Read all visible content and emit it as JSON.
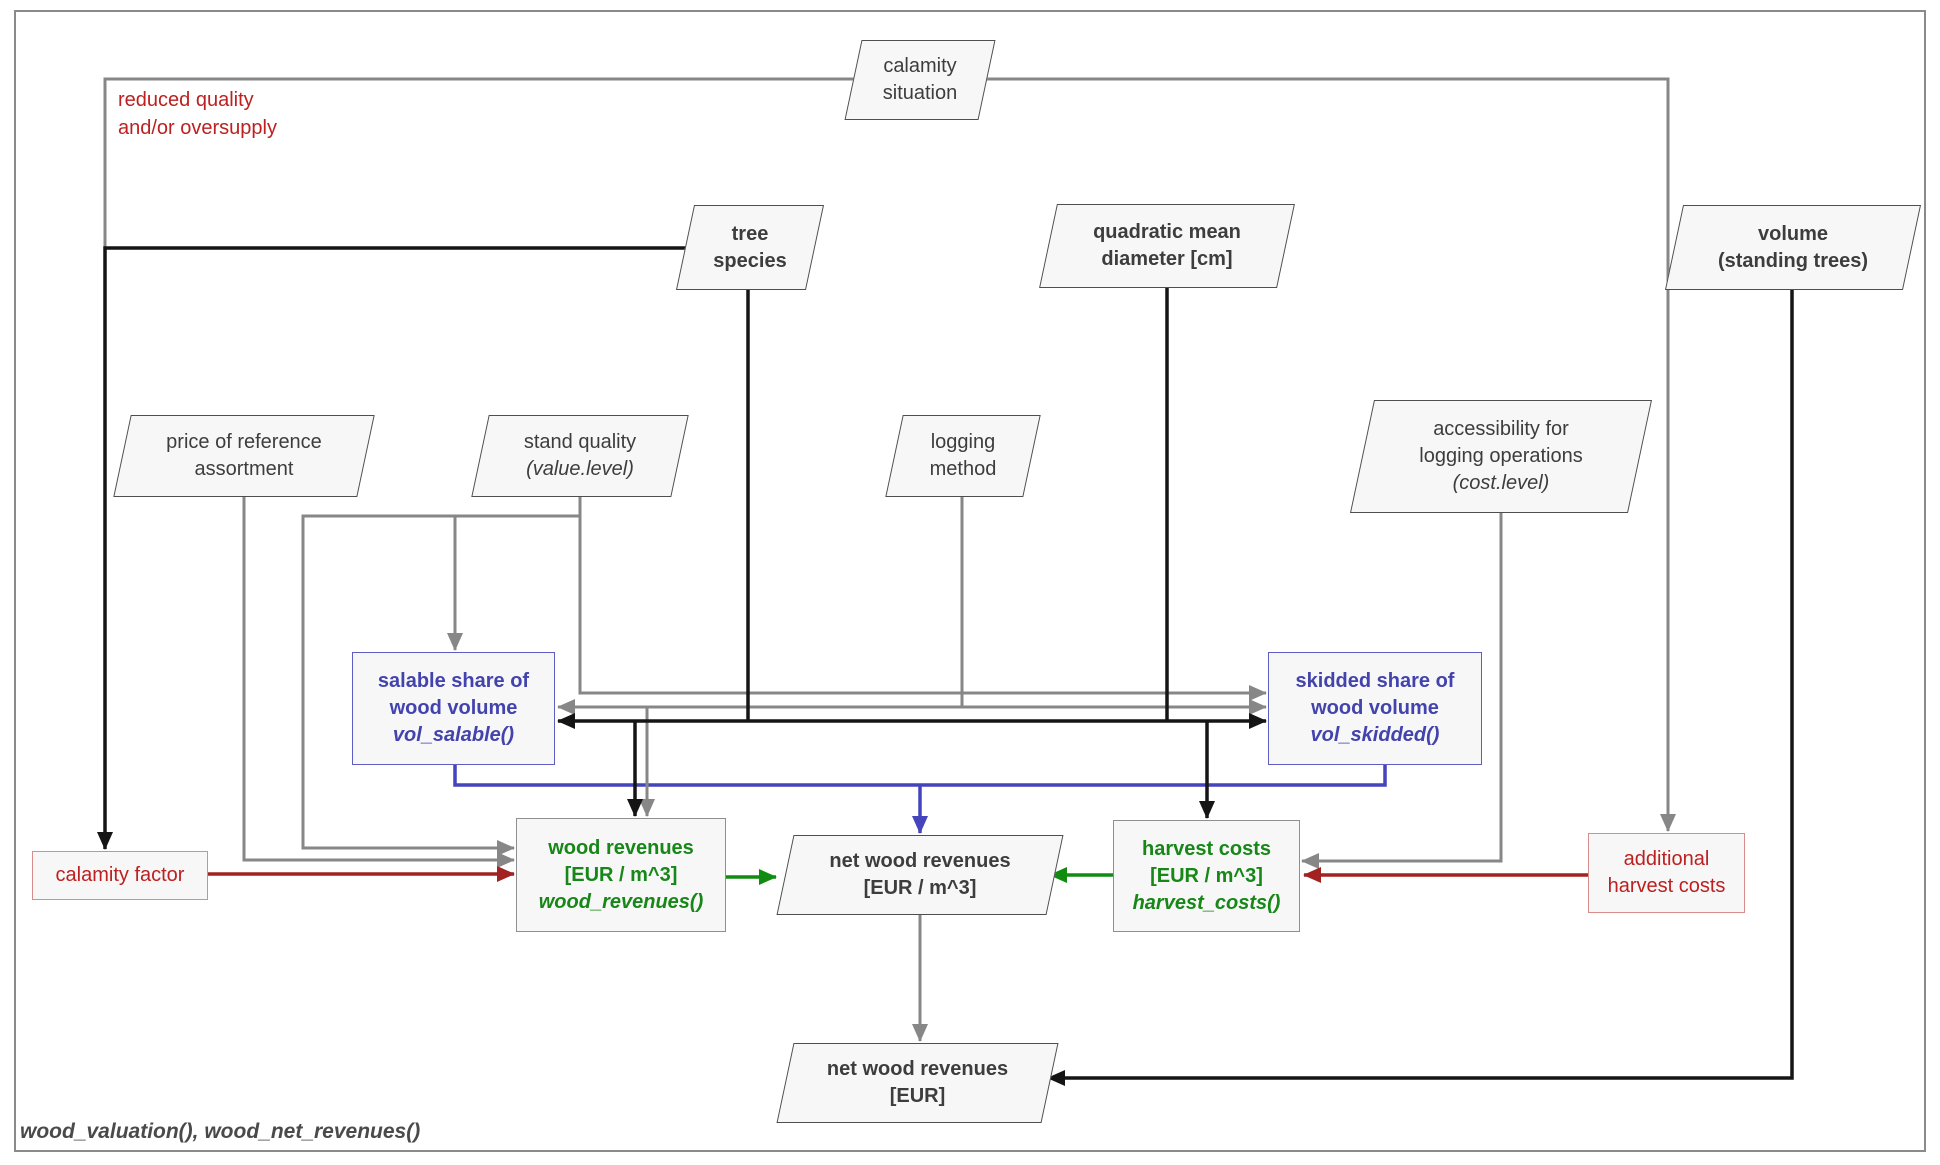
{
  "caption": "wood_valuation(), wood_net_revenues()",
  "annotation": {
    "line1": "reduced quality",
    "line2": "and/or oversupply"
  },
  "colors": {
    "line-gray": "#878787",
    "line-black": "#151515",
    "line-blue": "#4444bd",
    "line-green": "#118c11",
    "line-darkred": "#a22222",
    "text-dark": "#3d3d3d",
    "text-blue": "#4343ad",
    "text-green": "#178717",
    "text-red": "#bc2020",
    "node-fill": "#f7f7f7",
    "node-border": "#4f4f4f",
    "blue-border": "#5d5dc4",
    "green-border": "#8f8f8f",
    "red-border": "#d98c8c",
    "frame": "#8a8a8a",
    "caption": "#4a4a4a"
  },
  "nodes": {
    "calamity_situation": {
      "line1": "calamity",
      "line2": "situation"
    },
    "tree_species": {
      "line1": "tree",
      "line2": "species"
    },
    "quadratic_mean_diameter": {
      "line1": "quadratic mean",
      "line2": "diameter [cm]"
    },
    "volume_standing_trees": {
      "line1": "volume",
      "line2": "(standing trees)"
    },
    "price_reference": {
      "line1": "price of reference",
      "line2": "assortment"
    },
    "stand_quality": {
      "line1": "stand quality",
      "line2": "(value.level)"
    },
    "logging_method": {
      "line1": "logging",
      "line2": "method"
    },
    "accessibility": {
      "line1": "accessibility for",
      "line2": "logging operations",
      "line3": "(cost.level)"
    },
    "salable_share": {
      "line1": "salable share of",
      "line2": "wood volume",
      "line3": "vol_salable()"
    },
    "skidded_share": {
      "line1": "skidded share of",
      "line2": "wood volume",
      "line3": "vol_skidded()"
    },
    "calamity_factor": {
      "line1": "calamity factor"
    },
    "wood_revenues": {
      "line1": "wood revenues",
      "line2": "[EUR / m^3]",
      "line3": "wood_revenues()"
    },
    "net_wood_revenues_m3": {
      "line1": "net wood revenues",
      "line2": "[EUR / m^3]"
    },
    "harvest_costs": {
      "line1": "harvest costs",
      "line2": "[EUR / m^3]",
      "line3": "harvest_costs()"
    },
    "additional_harvest_costs": {
      "line1": "additional",
      "line2": "harvest costs"
    },
    "net_wood_revenues_eur": {
      "line1": "net wood revenues",
      "line2": "[EUR]"
    }
  }
}
